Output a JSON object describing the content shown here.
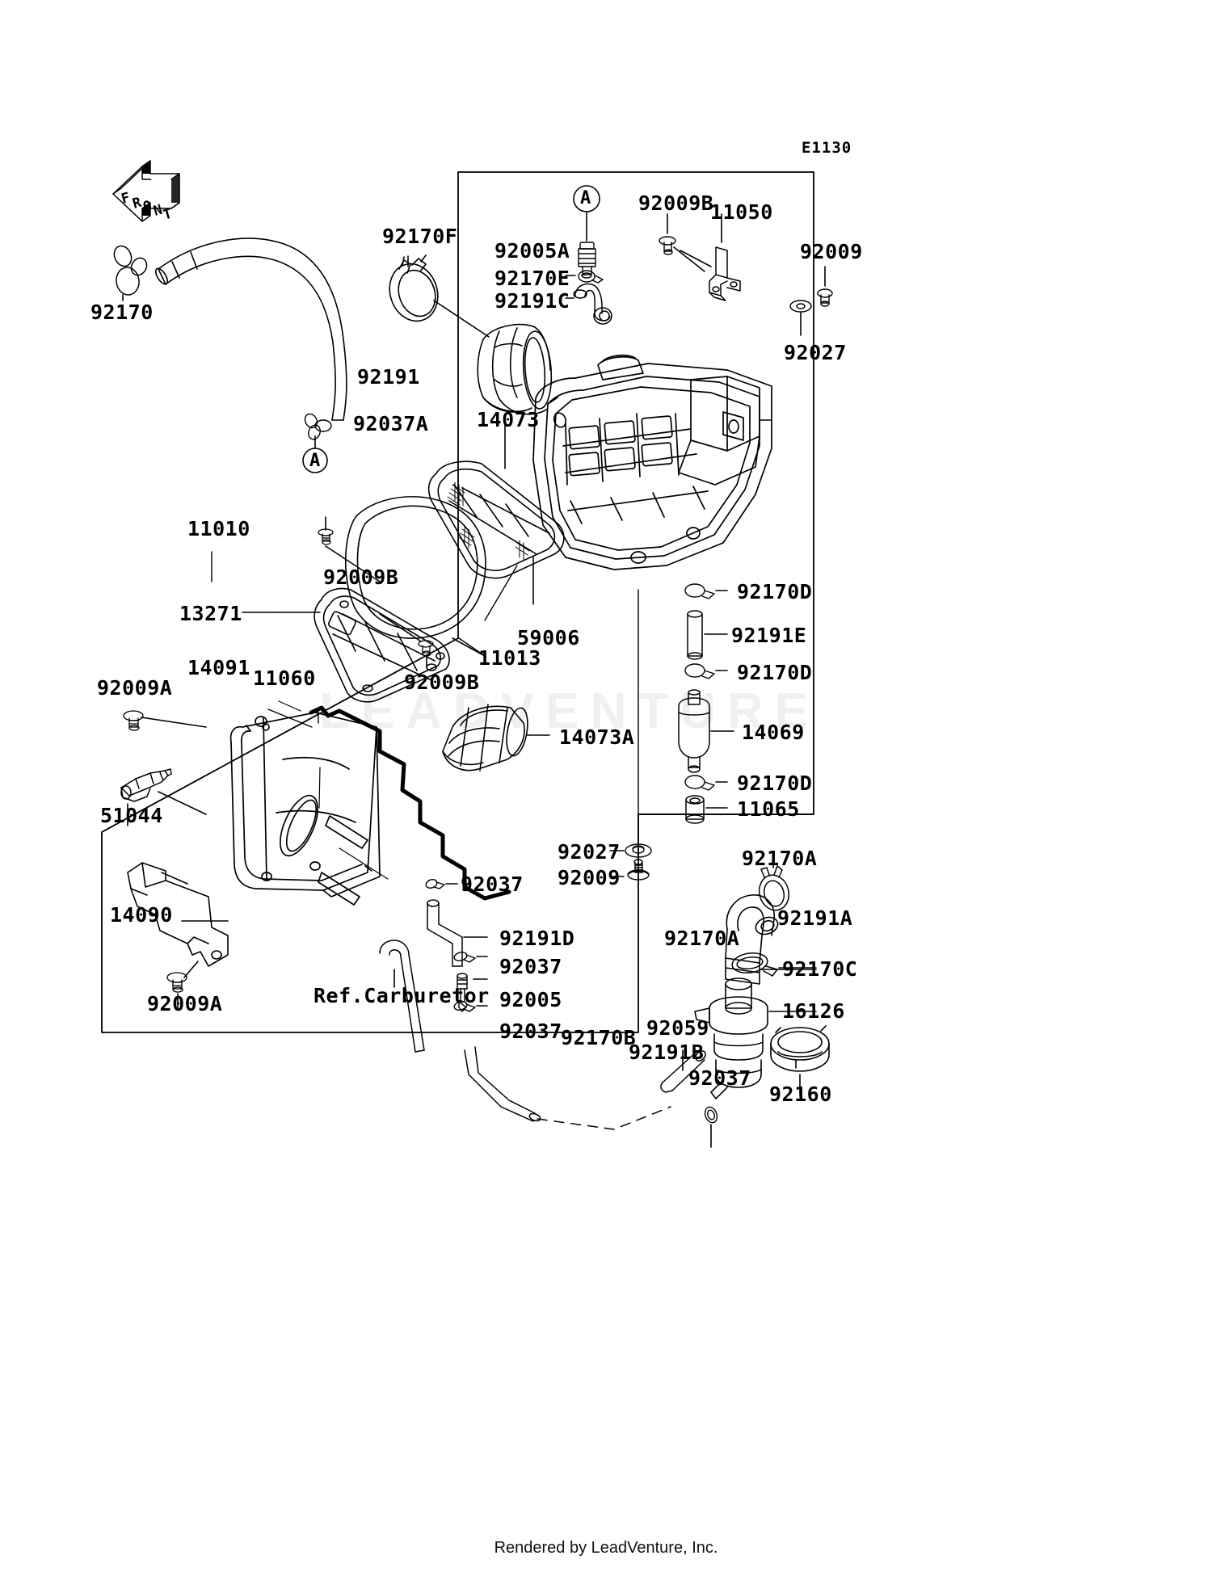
{
  "diagram": {
    "code": "E1130",
    "footer": "Rendered by LeadVenture, Inc.",
    "watermark": "LEADVENTURE",
    "front_marker": "FRONT",
    "callout_a": "A",
    "ref_note": "Ref.Carburetor"
  },
  "labels": {
    "p92170": "92170",
    "p92191": "92191",
    "p92037A": "92037A",
    "p92170F": "92170F",
    "p14073": "14073",
    "p92005A": "92005A",
    "p92170E": "92170E",
    "p92191C": "92191C",
    "p92009B_top": "92009B",
    "p11050": "11050",
    "p92009_top": "92009",
    "p92027_top": "92027",
    "p11010": "11010",
    "p92009B_mid": "92009B",
    "p13271": "13271",
    "p59006": "59006",
    "p11013": "11013",
    "p92009B_mid2": "92009B",
    "p92009A_upper": "92009A",
    "p14091": "14091",
    "p11060": "11060",
    "p51044": "51044",
    "p14090": "14090",
    "p92009A_lower": "92009A",
    "p14073A": "14073A",
    "p92170D_1": "92170D",
    "p92191E": "92191E",
    "p92170D_2": "92170D",
    "p14069": "14069",
    "p92170D_3": "92170D",
    "p11065": "11065",
    "p92027_bottom": "92027",
    "p92009_bottom": "92009",
    "p92037_a": "92037",
    "p92191D": "92191D",
    "p92037_b": "92037",
    "p92005": "92005",
    "p92037_c": "92037",
    "p92170B": "92170B",
    "p92191B": "92191B",
    "p92170A_left": "92170A",
    "p92170A_right": "92170A",
    "p92191A": "92191A",
    "p92170C": "92170C",
    "p16126": "16126",
    "p92059": "92059",
    "p92037_d": "92037",
    "p92160": "92160",
    "ref_carburetor": "Ref.Carburetor"
  },
  "colors": {
    "ink": "#000000",
    "paper": "#ffffff",
    "watermark": "#f0f0f0"
  }
}
